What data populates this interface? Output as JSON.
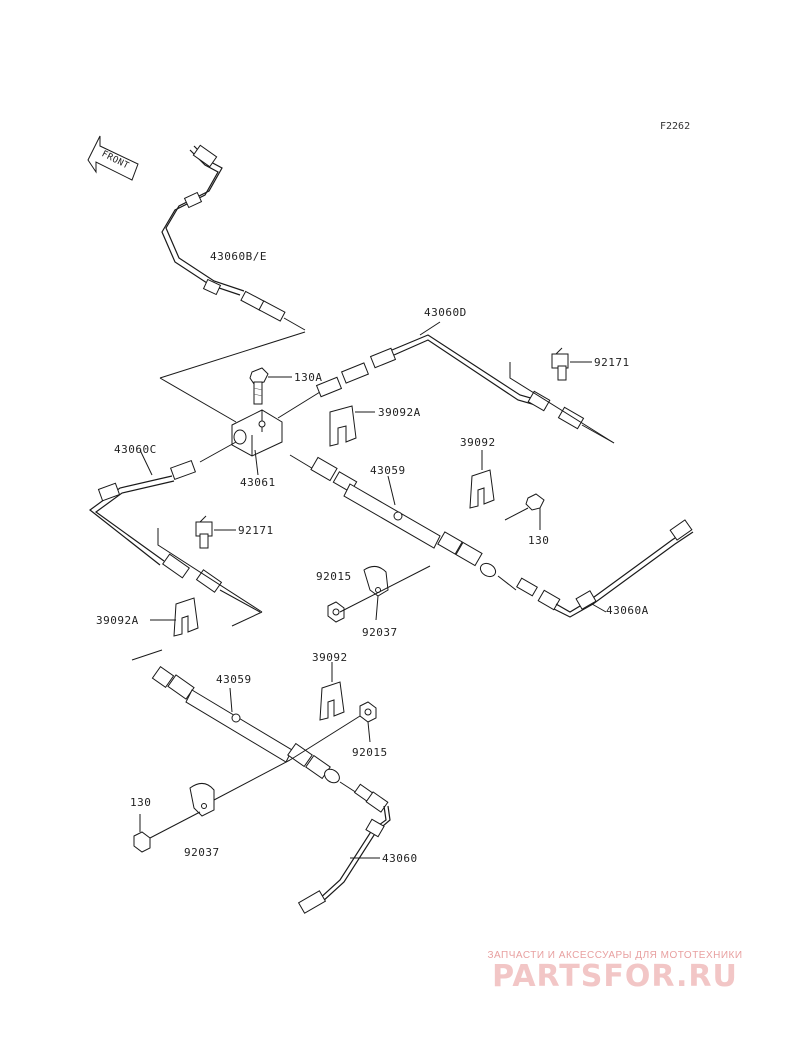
{
  "figure_code": "F2262",
  "front_label": "FRONT",
  "parts": {
    "p43060BE": "43060B/E",
    "p43060D": "43060D",
    "p92171_top": "92171",
    "p130A": "130A",
    "p39092A_top": "39092A",
    "p43060C": "43060C",
    "p43061": "43061",
    "p39092_mid": "39092",
    "p43059_top": "43059",
    "p130_right": "130",
    "p92171_mid": "92171",
    "p92015_mid": "92015",
    "p92037_mid": "92037",
    "p43060A": "43060A",
    "p39092A_left": "39092A",
    "p39092_low": "39092",
    "p43059_low": "43059",
    "p92015_low": "92015",
    "p130_low": "130",
    "p92037_low": "92037",
    "p43060": "43060"
  },
  "watermark": {
    "tagline": "ЗАПЧАСТИ И АКСЕССУАРЫ ДЛЯ МОТОТЕХНИКИ",
    "brand": "PARTSFOR.RU"
  },
  "colors": {
    "line": "#1a1a1a",
    "watermark": "#f2c6c6"
  }
}
